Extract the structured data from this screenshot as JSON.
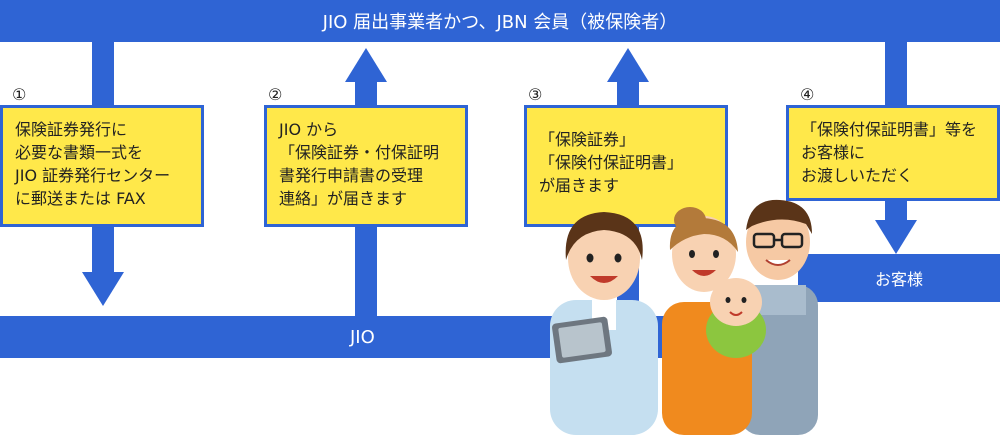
{
  "top_bar": {
    "label": "JIO 届出事業者かつ、JBN 会員（被保険者）"
  },
  "jio_bar": {
    "label": "JIO"
  },
  "customer_bar": {
    "label": "お客様"
  },
  "steps": [
    {
      "number": "①",
      "direction": "down",
      "lines": [
        "保険証券発行に",
        "必要な書類一式を",
        "JIO 証券発行センター",
        "に郵送または FAX"
      ]
    },
    {
      "number": "②",
      "direction": "up",
      "lines": [
        "JIO から",
        "「保険証券・付保証明",
        "書発行申請書の受理",
        "連絡」が届きます"
      ]
    },
    {
      "number": "③",
      "direction": "up",
      "lines": [
        "「保険証券」",
        "「保険付保証明書」",
        "が届きます"
      ]
    },
    {
      "number": "④",
      "direction": "down",
      "lines": [
        "「保険付保証明書」等を",
        "お客様に",
        "お渡しいただく"
      ]
    }
  ],
  "colors": {
    "bar": "#2f64d4",
    "box_fill": "#ffe84a",
    "box_border": "#2f64d4"
  },
  "illustration": {
    "subject": "family-with-staff-illustration"
  }
}
